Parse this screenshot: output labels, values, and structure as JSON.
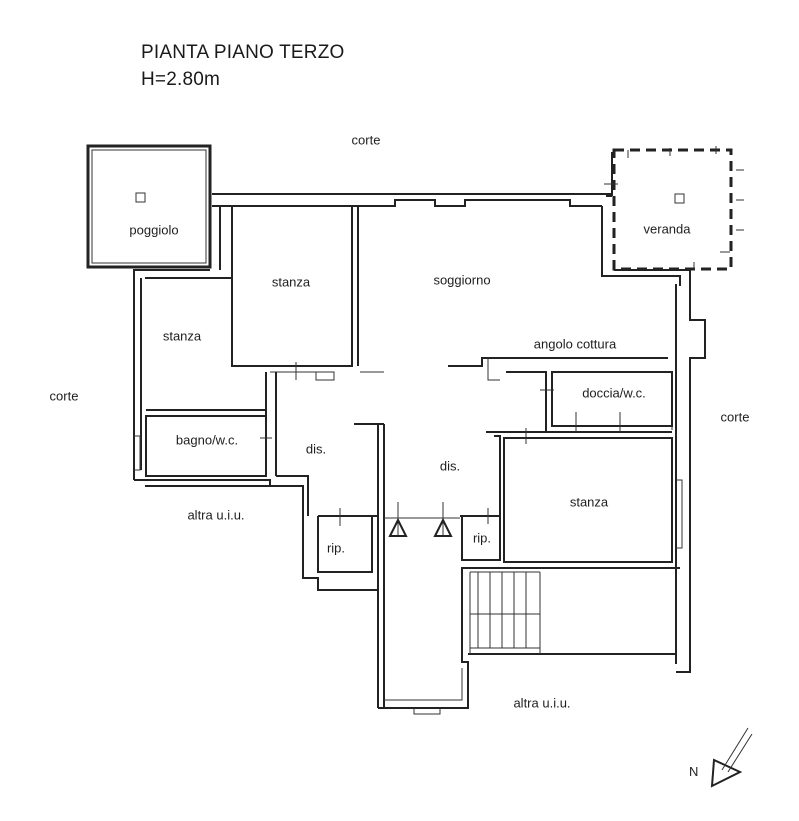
{
  "title": {
    "line1": "PIANTA PIANO TERZO",
    "line2": "H=2.80m"
  },
  "labels": {
    "corte_top": "corte",
    "corte_left": "corte",
    "corte_right": "corte",
    "poggiolo": "poggiolo",
    "veranda": "veranda",
    "stanza_top": "stanza",
    "stanza_left": "stanza",
    "soggiorno": "soggiorno",
    "angolo_cottura": "angolo cottura",
    "doccia_wc": "doccia/w.c.",
    "bagno_wc": "bagno/w.c.",
    "dis_left": "dis.",
    "dis_center": "dis.",
    "stanza_right": "stanza",
    "altra_left": "altra u.i.u.",
    "altra_bottom": "altra u.i.u.",
    "rip_left": "rip.",
    "rip_right": "rip."
  },
  "north_label": "N",
  "colors": {
    "ink": "#222222",
    "paper": "#ffffff"
  }
}
